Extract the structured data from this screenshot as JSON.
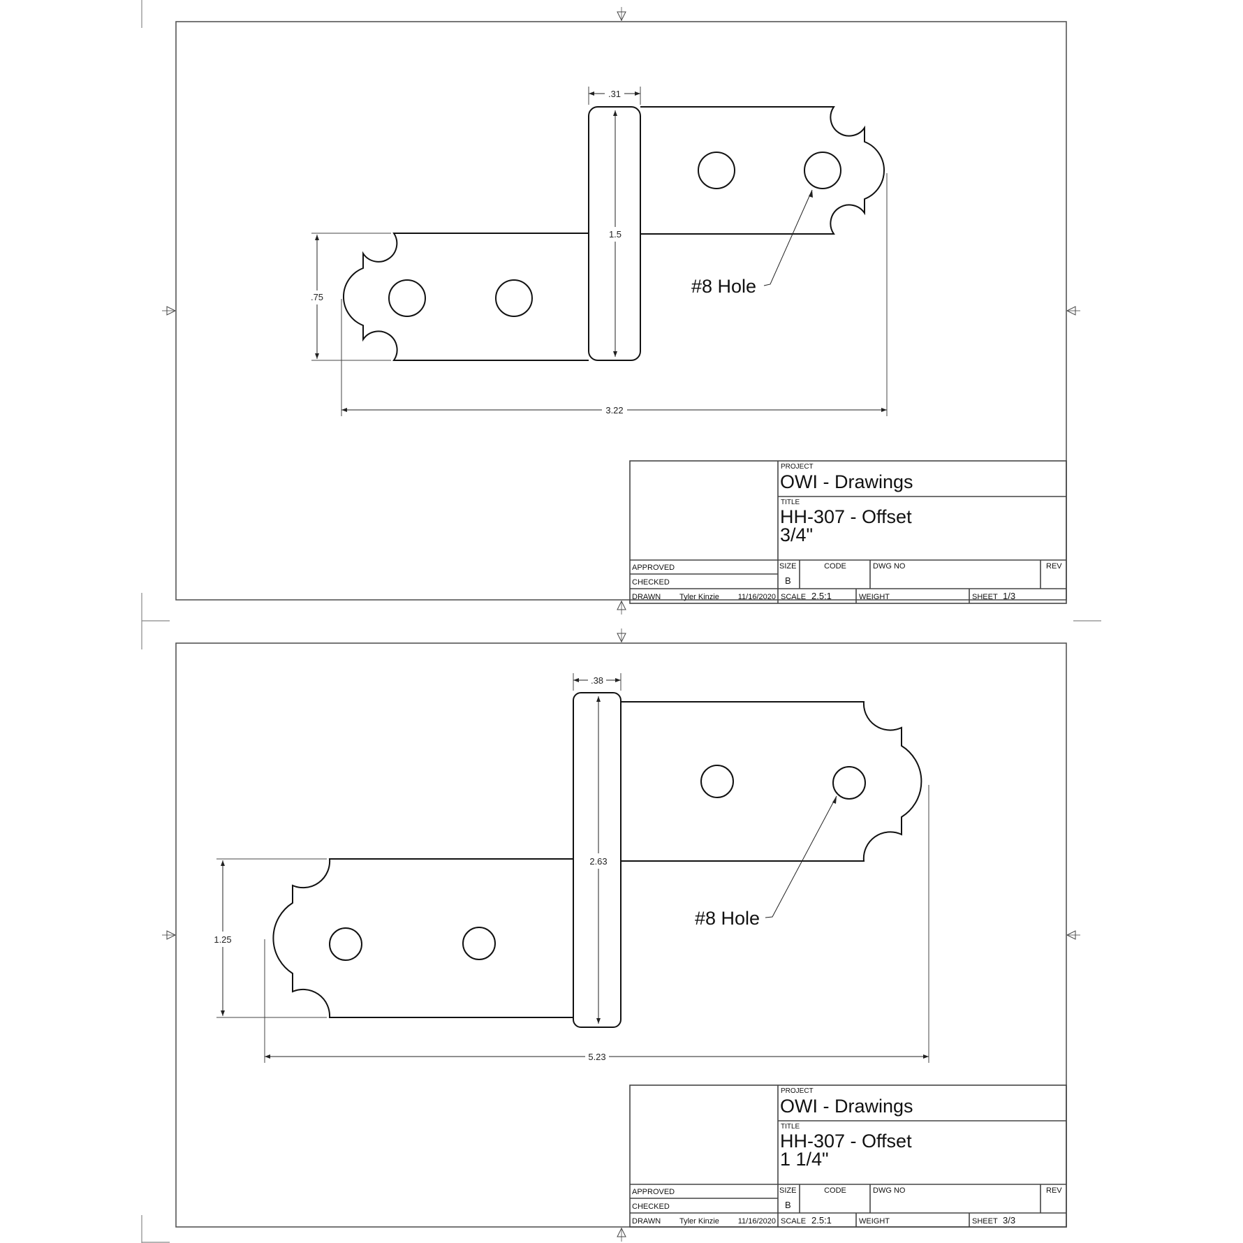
{
  "sheets": [
    {
      "id": "sheet-1",
      "dimensions": {
        "barrel_width": ".31",
        "barrel_length": "1.5",
        "leaf_width": ".75",
        "overall_length": "3.22"
      },
      "note": "#8 Hole",
      "title_block": {
        "project_label": "PROJECT",
        "project": "OWI - Drawings",
        "title_label": "TITLE",
        "title_line1": "HH-307 - Offset",
        "title_line2": "3/4\"",
        "approved_label": "APPROVED",
        "checked_label": "CHECKED",
        "drawn_label": "DRAWN",
        "drawn_by": "Tyler Kinzie",
        "drawn_date": "11/16/2020",
        "size_label": "SIZE",
        "size": "B",
        "code_label": "CODE",
        "dwg_no_label": "DWG NO",
        "rev_label": "REV",
        "scale_label": "SCALE",
        "scale": "2.5:1",
        "weight_label": "WEIGHT",
        "sheet_label": "SHEET",
        "sheet": "1/3"
      }
    },
    {
      "id": "sheet-3",
      "dimensions": {
        "barrel_width": ".38",
        "barrel_length": "2.63",
        "leaf_width": "1.25",
        "overall_length": "5.23"
      },
      "note": "#8 Hole",
      "title_block": {
        "project_label": "PROJECT",
        "project": "OWI - Drawings",
        "title_label": "TITLE",
        "title_line1": "HH-307 - Offset",
        "title_line2": "1 1/4\"",
        "approved_label": "APPROVED",
        "checked_label": "CHECKED",
        "drawn_label": "DRAWN",
        "drawn_by": "Tyler Kinzie",
        "drawn_date": "11/16/2020",
        "size_label": "SIZE",
        "size": "B",
        "code_label": "CODE",
        "dwg_no_label": "DWG NO",
        "rev_label": "REV",
        "scale_label": "SCALE",
        "scale": "2.5:1",
        "weight_label": "WEIGHT",
        "sheet_label": "SHEET",
        "sheet": "3/3"
      }
    }
  ]
}
